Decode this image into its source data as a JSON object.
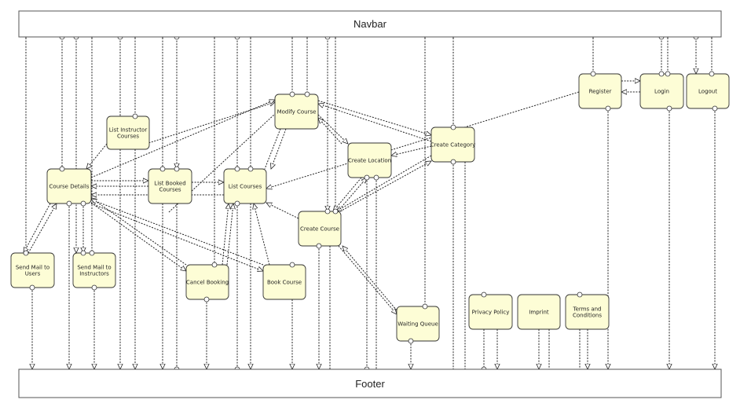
{
  "navbar": {
    "label": "Navbar"
  },
  "footer": {
    "label": "Footer"
  },
  "nodes": {
    "list_instructor_courses": {
      "label": [
        "List Instructor",
        "Courses"
      ]
    },
    "modify_course": {
      "label": [
        "Modify Course"
      ]
    },
    "register": {
      "label": [
        "Register"
      ]
    },
    "login": {
      "label": [
        "Login"
      ]
    },
    "logout": {
      "label": [
        "Logout"
      ]
    },
    "course_details": {
      "label": [
        "Course Details"
      ]
    },
    "list_booked_courses": {
      "label": [
        "List Booked",
        "Courses"
      ]
    },
    "list_courses": {
      "label": [
        "List Courses"
      ]
    },
    "create_location": {
      "label": [
        "Create Location"
      ]
    },
    "create_category": {
      "label": [
        "Create Category"
      ]
    },
    "create_course": {
      "label": [
        "Create Course"
      ]
    },
    "send_mail_to_users": {
      "label": [
        "Send Mail to",
        "Users"
      ]
    },
    "send_mail_to_instructors": {
      "label": [
        "Send Mail to",
        "Instructors"
      ]
    },
    "cancel_booking": {
      "label": [
        "Cancel Booking"
      ]
    },
    "book_course": {
      "label": [
        "Book Course"
      ]
    },
    "waiting_queue": {
      "label": [
        "Waiting Queue"
      ]
    },
    "privacy_policy": {
      "label": [
        "Privacy Policy"
      ]
    },
    "imprint": {
      "label": [
        "Imprint"
      ]
    },
    "terms_and_conditions": {
      "label": [
        "Terms and",
        "Conditions"
      ]
    }
  }
}
